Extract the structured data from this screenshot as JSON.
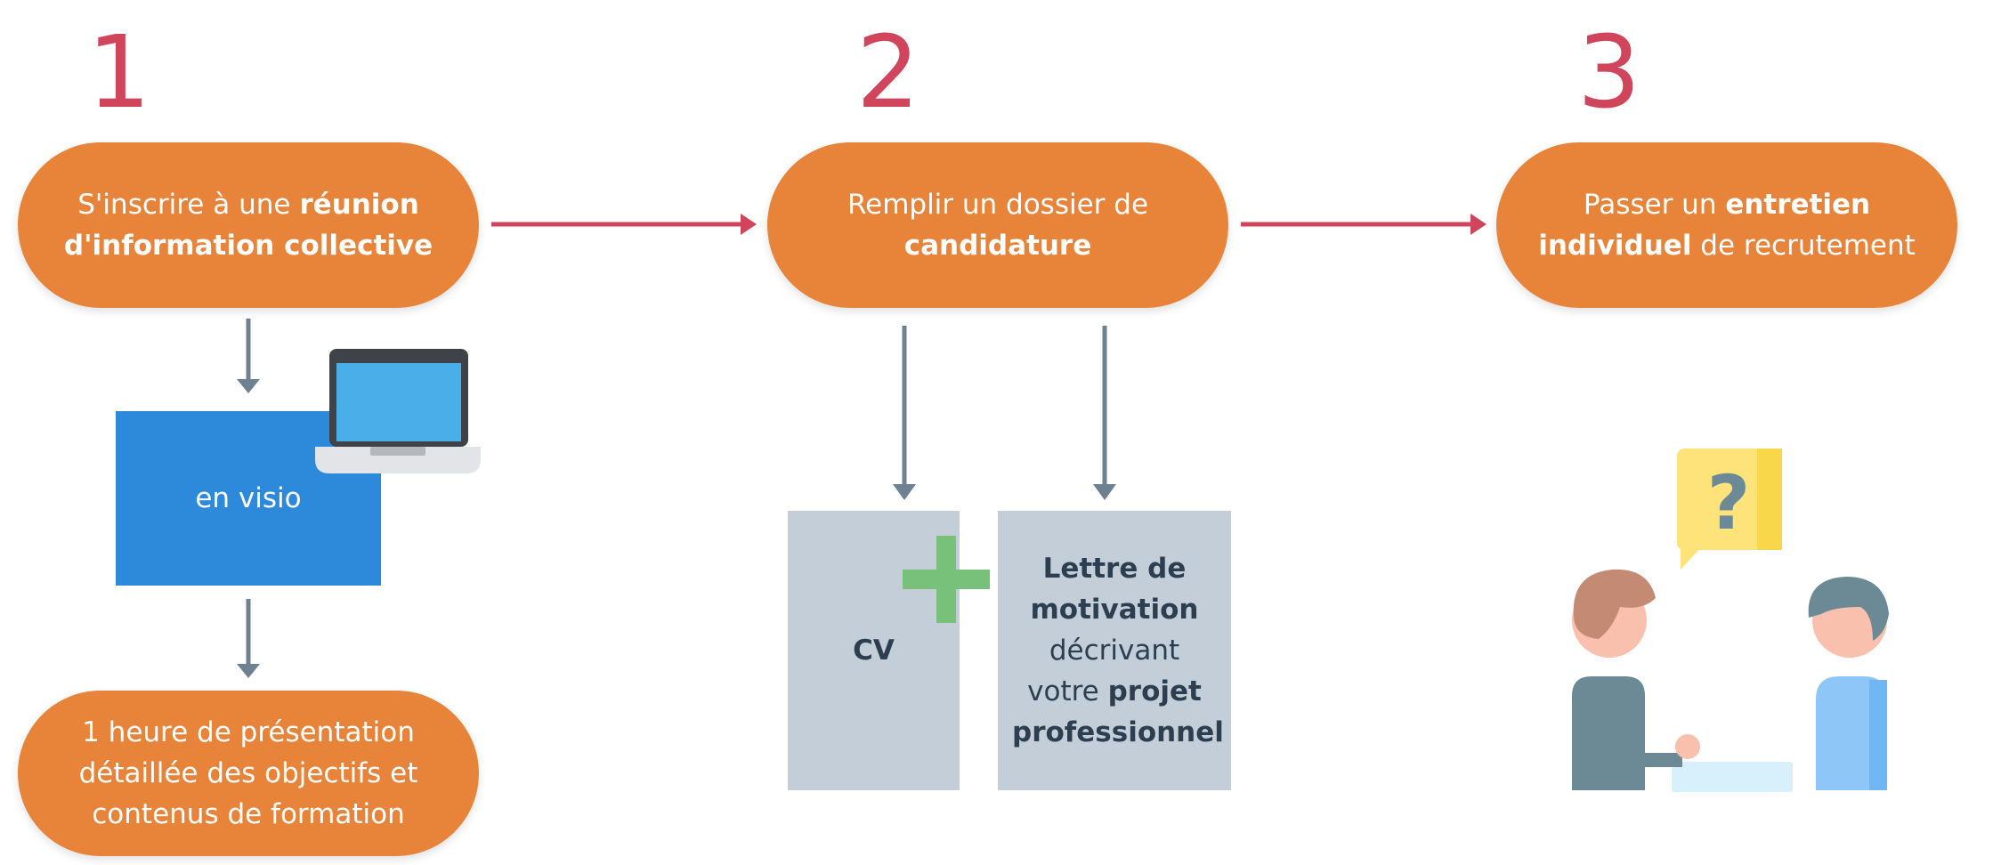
{
  "steps": [
    {
      "number": "1",
      "parts": [
        {
          "text": "S'inscrire à une ",
          "bold": false
        },
        {
          "text": "réunion d'information collective",
          "bold": true
        }
      ]
    },
    {
      "number": "2",
      "parts": [
        {
          "text": "Remplir un dossier de ",
          "bold": false
        },
        {
          "text": "candidature",
          "bold": true
        }
      ]
    },
    {
      "number": "3",
      "parts": [
        {
          "text": "Passer un ",
          "bold": false
        },
        {
          "text": "entretien individuel",
          "bold": true
        },
        {
          "text": " de recrutement",
          "bold": false
        }
      ]
    }
  ],
  "visio_label": "en visio",
  "presentation_text": "1 heure de présentation détaillée des objectifs et contenus de formation",
  "cv_label": "CV",
  "lettre_parts": [
    {
      "text": "Lettre de motivation",
      "bold": true
    },
    {
      "text": " décrivant votre ",
      "bold": false
    },
    {
      "text": "projet professionnel",
      "bold": true
    }
  ],
  "question_mark": "?",
  "colors": {
    "pill": "#e8833a",
    "number": "#d0455b",
    "arrow_main": "#d0455b",
    "arrow_sub": "#6e8192",
    "visio_box": "#2d89da",
    "doc_box": "#c3ced8",
    "plus": "#77c17a"
  }
}
